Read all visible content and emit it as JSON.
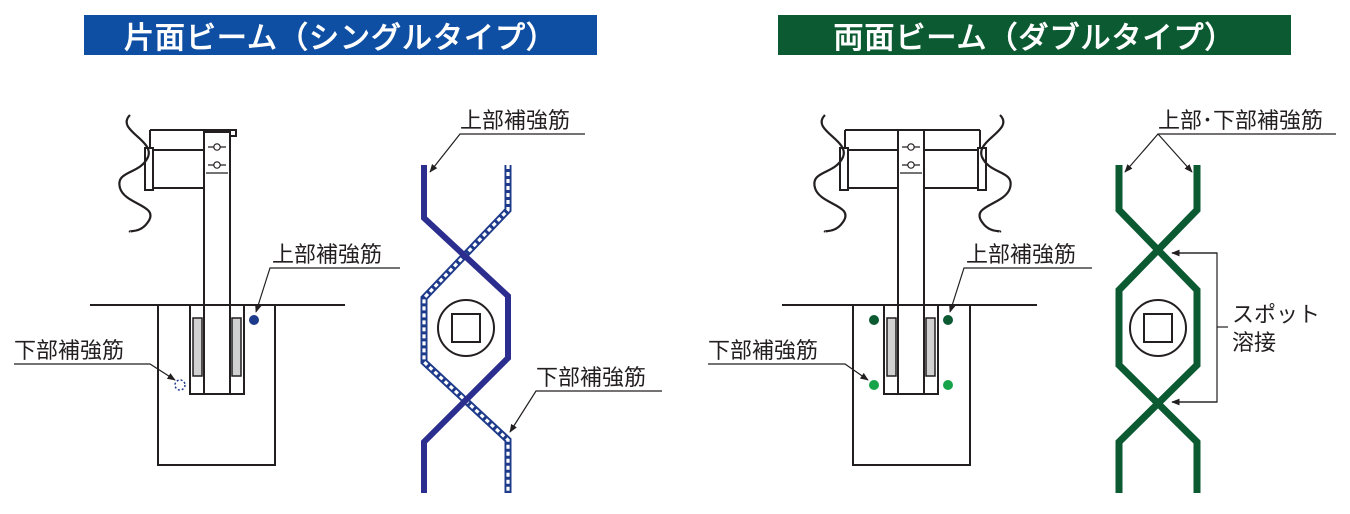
{
  "colors": {
    "single_accent": "#1e3a8a",
    "single_banner": "#0e4ea3",
    "double_accent": "#0b5a32",
    "double_banner": "#0b5a32",
    "double_dot_light": "#16a34a",
    "line": "#231f20",
    "anchor_fill": "#d1d1d1"
  },
  "single": {
    "title": "片面ビーム（シングルタイプ）",
    "elevation": {
      "upper_rebar_label": "上部補強筋",
      "lower_rebar_label": "下部補強筋"
    },
    "plan": {
      "upper_rebar_label": "上部補強筋",
      "lower_rebar_label": "下部補強筋"
    }
  },
  "double": {
    "title": "両面ビーム（ダブルタイプ）",
    "elevation": {
      "upper_rebar_label": "上部補強筋",
      "lower_rebar_label": "下部補強筋"
    },
    "plan": {
      "upper_lower_rebar_label": "上部･下部補強筋",
      "spot_weld_label_line1": "スポット",
      "spot_weld_label_line2": "溶接"
    }
  }
}
